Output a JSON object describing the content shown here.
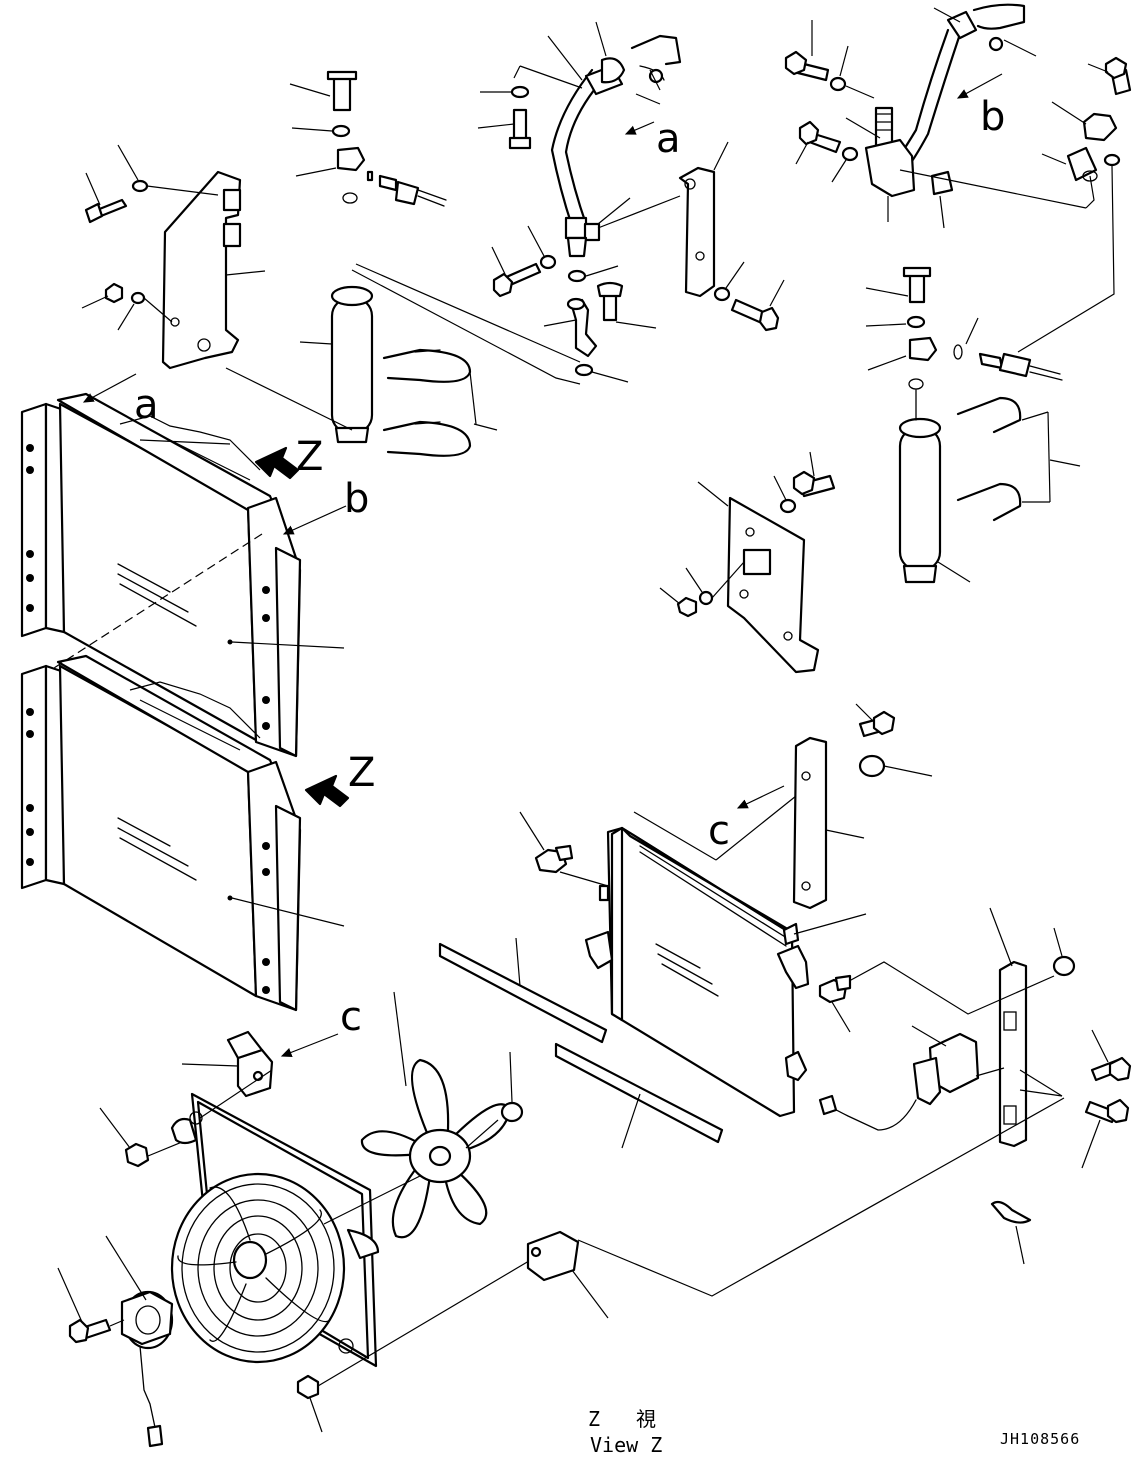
{
  "labels": {
    "ref_a": "a",
    "ref_b": "b",
    "ref_c": "c",
    "view_marker": "Z"
  },
  "caption": {
    "view_jp_left": "Z",
    "view_jp_right": "視",
    "view_en": "View Z"
  },
  "drawing_code": "JH108566"
}
